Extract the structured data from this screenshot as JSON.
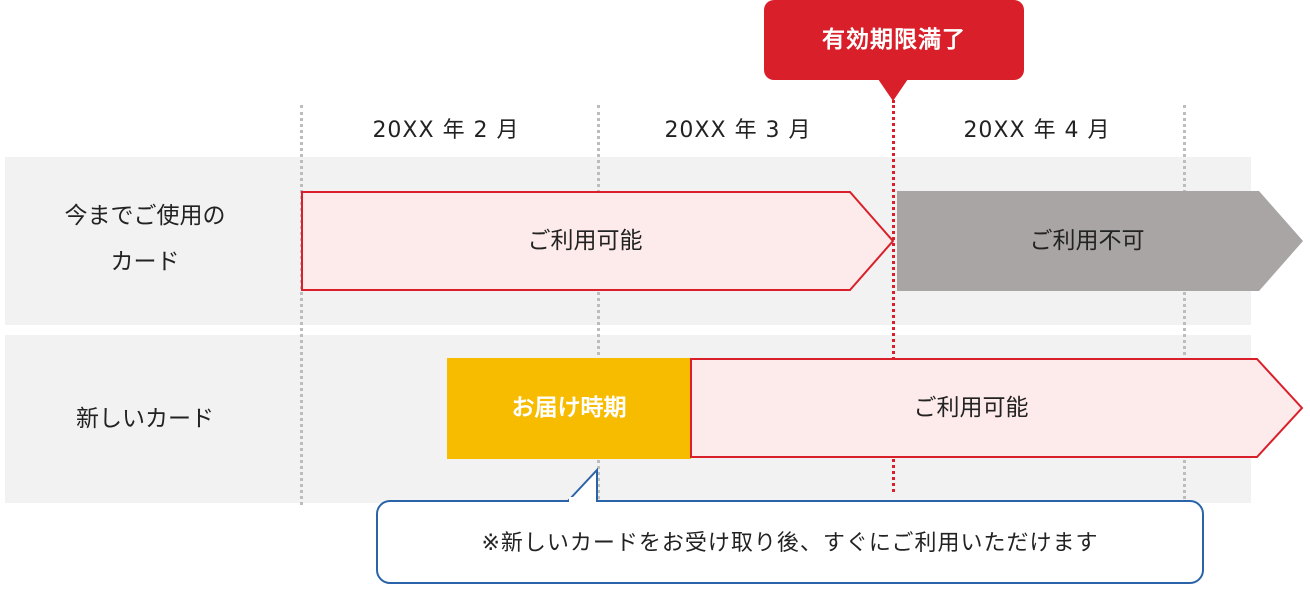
{
  "callout": {
    "label": "有効期限満了",
    "color": "#d9202a"
  },
  "months": [
    "20XX 年 2 月",
    "20XX 年 3 月",
    "20XX 年 4 月"
  ],
  "rows": [
    {
      "label_line1": "今までご使用の",
      "label_line2": "カード",
      "segments": [
        {
          "label": "ご利用可能",
          "style": "available"
        },
        {
          "label": "ご利用不可",
          "style": "unavailable"
        }
      ]
    },
    {
      "label": "新しいカード",
      "segments": [
        {
          "label": "お届け時期",
          "style": "delivery"
        },
        {
          "label": "ご利用可能",
          "style": "available"
        }
      ]
    }
  ],
  "note": "※新しいカードをお受け取り後、すぐにご利用いただけます",
  "colors": {
    "available_fill": "#fdeaea",
    "available_border": "#d9202a",
    "unavailable_fill": "#a8a5a4",
    "delivery_fill": "#f7bb00",
    "row_background": "#f2f2f2",
    "note_border": "#2b63a8"
  }
}
